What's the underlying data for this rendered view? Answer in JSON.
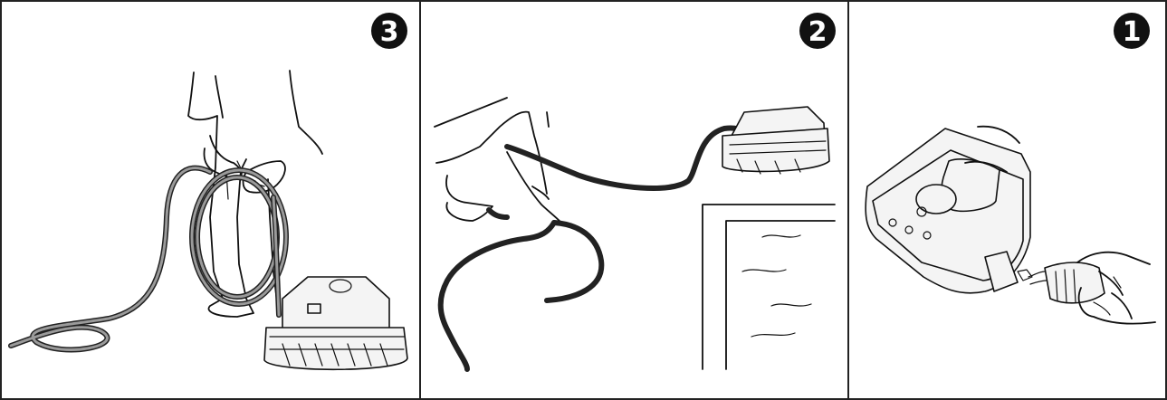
{
  "panels": [
    {
      "step": "3",
      "content": "coil-cable-and-lift-robot"
    },
    {
      "step": "2",
      "content": "pull-robot-out-of-pool-by-cable"
    },
    {
      "step": "1",
      "content": "disconnect-cable-from-power-supply"
    }
  ],
  "colors": {
    "border": "#222222",
    "badge": "#111111",
    "badge_text": "#ffffff",
    "background": "#ffffff"
  }
}
